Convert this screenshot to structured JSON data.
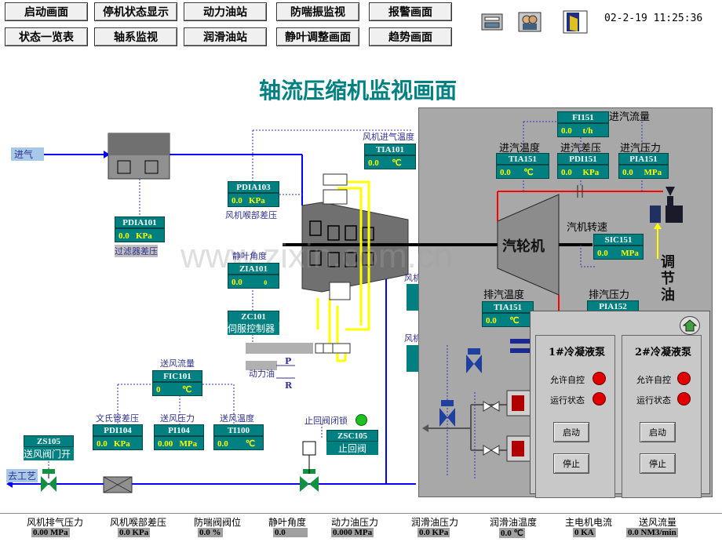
{
  "nav": {
    "row1": [
      "启动画面",
      "停机状态显示",
      "动力油站",
      "防喘振监视",
      "报警画面"
    ],
    "row2": [
      "状态一览表",
      "轴系监视",
      "润滑油站",
      "静叶调整画面",
      "趋势画面"
    ]
  },
  "datetime": "02-2-19  11:25:36",
  "title": "轴流压缩机监视画面",
  "watermark": "www.zixin.com.cn",
  "labels": {
    "inlet": "进气",
    "outlet": "去工艺",
    "fan_inlet_temp": "风机进气温度",
    "fan_throat_dp": "风机喉部差压",
    "filter_dp": "过滤器差压",
    "stator_angle": "静叶角度",
    "servo": "伺服控制器",
    "power_oil": "动力油",
    "P": "P",
    "R": "R",
    "flow": "送风流量",
    "venturi_dp": "文氏管差压",
    "blow_pressure": "送风压力",
    "blow_temp": "送风温度",
    "zs105_desc": "送风阀门开",
    "check_lock": "止回阀闭锁",
    "check_valve": "止回阀",
    "steam_flow": "进汽流量",
    "steam_temp": "进汽温度",
    "steam_dp": "进汽差压",
    "steam_pressure": "进汽压力",
    "turbine": "汽轮机",
    "turbine_speed": "汽机转速",
    "exhaust_temp": "排汽温度",
    "exhaust_pressure": "排汽压力",
    "reg_oil": "调节油",
    "fan_partial_1": "风机",
    "fan_partial_2": "风机"
  },
  "tags": {
    "FI151": {
      "tag": "FI151",
      "value": "0.0",
      "unit": "t/h"
    },
    "TIA101": {
      "tag": "TIA101",
      "value": "0.0",
      "unit": "℃"
    },
    "PDIA103": {
      "tag": "PDIA103",
      "value": "0.0",
      "unit": "KPa"
    },
    "PDIA101": {
      "tag": "PDIA101",
      "value": "0.0",
      "unit": "KPa"
    },
    "ZIA101": {
      "tag": "ZIA101",
      "value": "0.0",
      "unit": "0"
    },
    "ZC101": {
      "tag": "ZC101"
    },
    "FIC101": {
      "tag": "FIC101",
      "value": "0",
      "unit": "℃"
    },
    "PDI104": {
      "tag": "PDI104",
      "value": "0.0",
      "unit": "KPa"
    },
    "PI104": {
      "tag": "PI104",
      "value": "0.00",
      "unit": "MPa"
    },
    "TI100": {
      "tag": "TI100",
      "value": "0.0",
      "unit": "℃"
    },
    "ZS105": {
      "tag": "ZS105"
    },
    "ZSC105": {
      "tag": "ZSC105"
    },
    "TIA151": {
      "tag": "TIA151",
      "value": "0.0",
      "unit": "℃"
    },
    "PDI151": {
      "tag": "PDI151",
      "value": "0.0",
      "unit": "KPa"
    },
    "PIA151": {
      "tag": "PIA151",
      "value": "0.0",
      "unit": "MPa"
    },
    "SIC151": {
      "tag": "SIC151",
      "value": "0.0",
      "unit": "MPa"
    },
    "TIA151b": {
      "tag": "TIA151",
      "value": "0.0",
      "unit": "℃"
    },
    "PIA152": {
      "tag": "PIA152"
    }
  },
  "pumps": [
    {
      "title": "1#冷凝液泵",
      "allow_label": "允许自控",
      "run_label": "运行状态",
      "start": "启动",
      "stop": "停止"
    },
    {
      "title": "2#冷凝液泵",
      "allow_label": "允许自控",
      "run_label": "运行状态",
      "start": "启动",
      "stop": "停止"
    }
  ],
  "bottom": [
    {
      "label": "风机排气压力",
      "value": "0.00  MPa"
    },
    {
      "label": "风机喉部差压",
      "value": "0.0   KPa"
    },
    {
      "label": "防喘阀阀位",
      "value": "0.0   %"
    },
    {
      "label": "静叶角度",
      "value": "0.0"
    },
    {
      "label": "动力油压力",
      "value": "0.000 MPa"
    },
    {
      "label": "润滑油压力",
      "value": "0.0  KPa"
    },
    {
      "label": "润滑油温度",
      "value": "0.0 ℃"
    },
    {
      "label": "主电机电流",
      "value": "0    KA"
    },
    {
      "label": "送风流量",
      "value": "0.0 NM3/min"
    }
  ],
  "colors": {
    "teal": "#008080",
    "value_yellow": "#ffff00",
    "pipe_blue": "#0000ff",
    "steam_red": "#ff0000",
    "oil_yellow": "#ffff00",
    "title_teal": "#008080"
  }
}
